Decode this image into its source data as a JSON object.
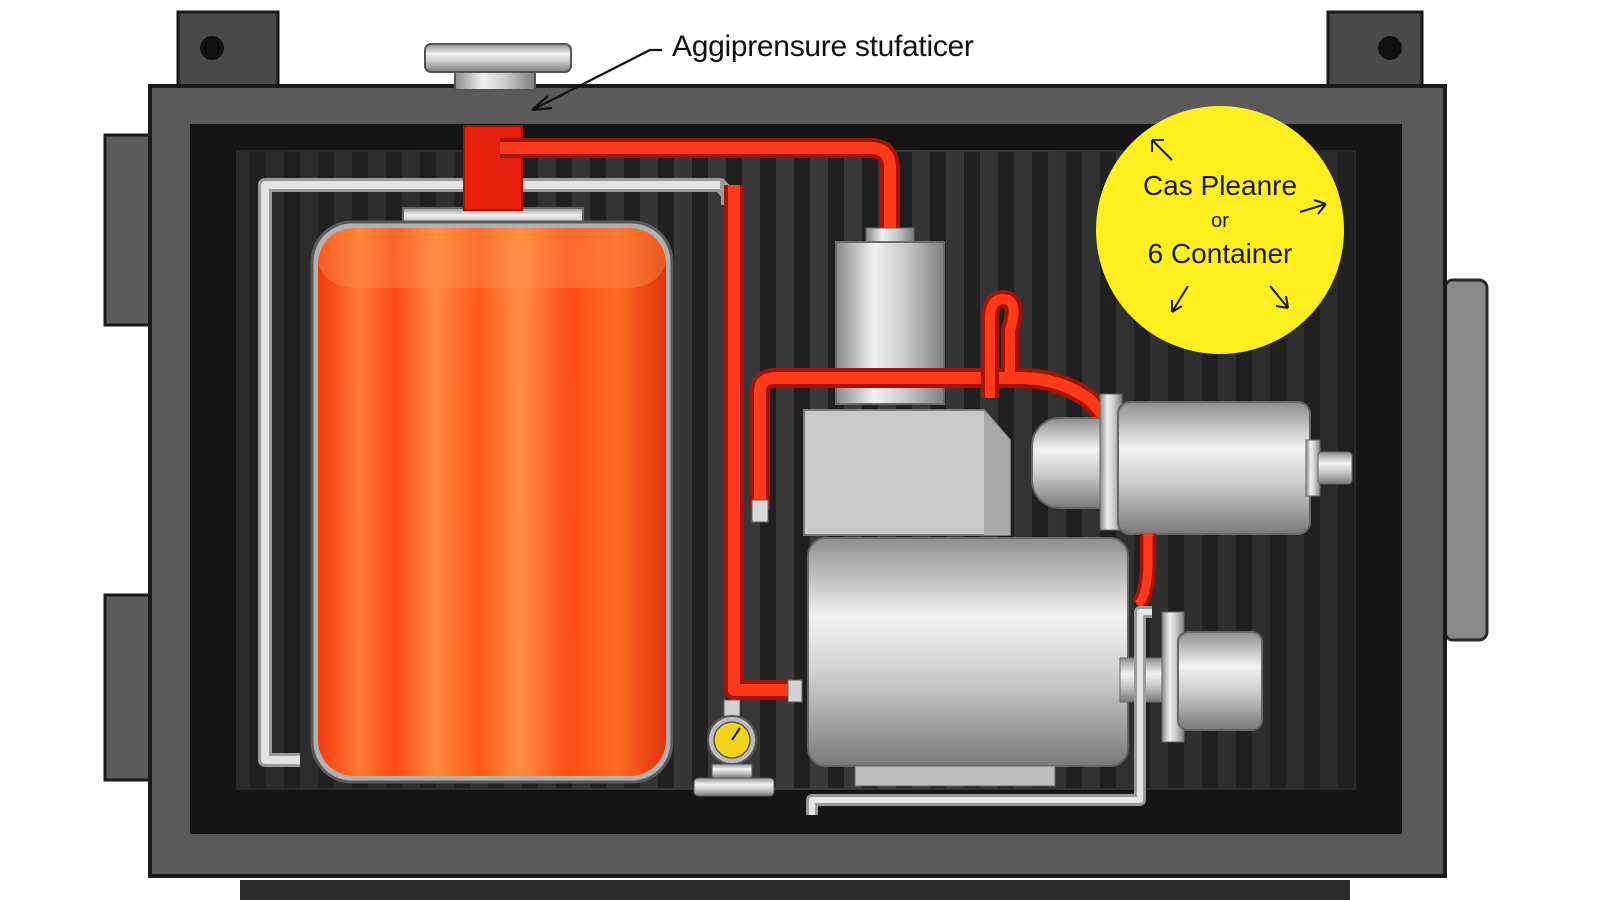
{
  "callout": {
    "label": "Aggiprensure stufaticer"
  },
  "badge": {
    "line1": "Cas Pleanre",
    "line2": "or",
    "line3": "6 Container"
  },
  "colors": {
    "housing": "#5a5a5a",
    "housing_dark": "#1e1e1e",
    "tank": "#ff5a1a",
    "pipe_red": "#e8200c",
    "pipe_silver": "#d9d9d9",
    "metal": "#bfbfbf",
    "badge": "#ffef1f",
    "gauge_face": "#f2d21a"
  },
  "icons": [
    "pressure-gauge-icon",
    "arrow-icon"
  ]
}
